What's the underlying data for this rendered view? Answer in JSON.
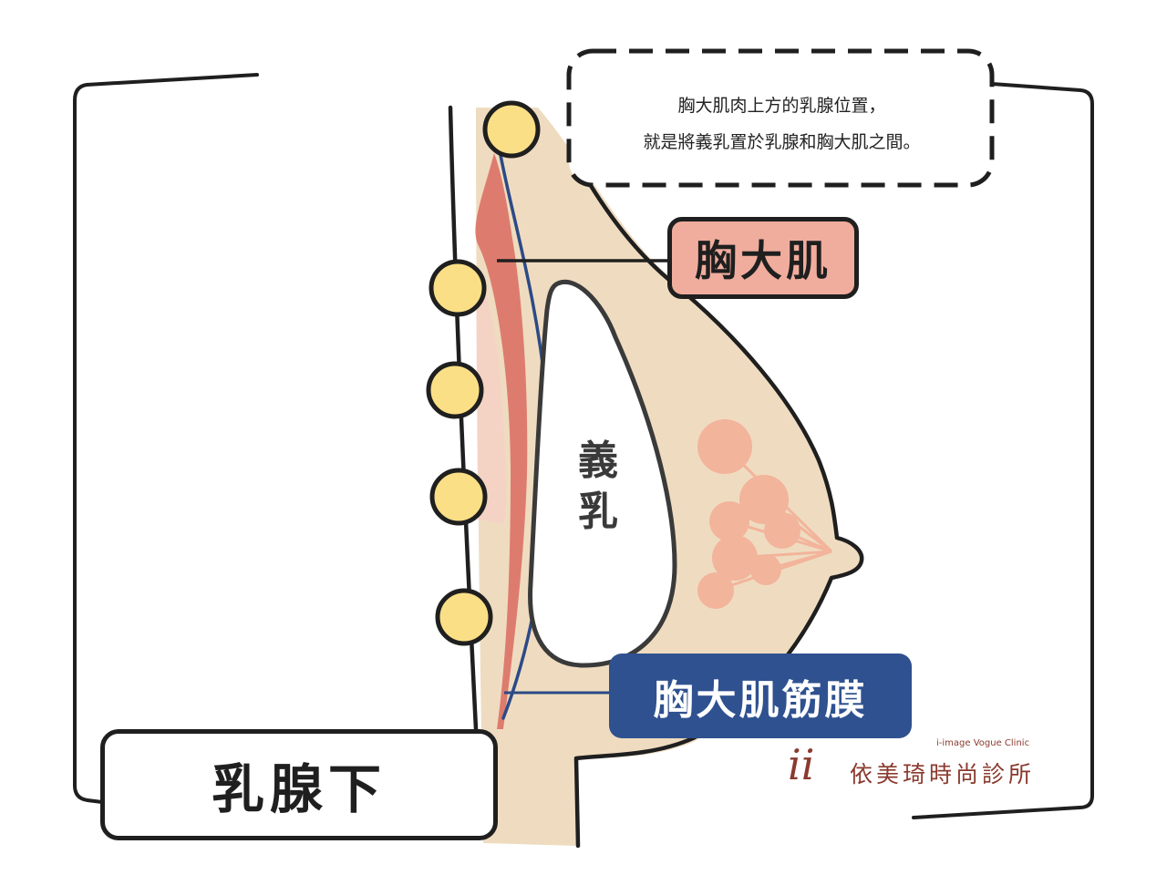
{
  "callout": {
    "line1": "胸大肌肉上方的乳腺位置，",
    "line2": "就是將義乳置於乳腺和胸大肌之間。"
  },
  "labels": {
    "pectoral_muscle": "胸大肌",
    "pectoral_fascia": "胸大肌筋膜",
    "subglandular": "乳腺下",
    "implant_char1": "義",
    "implant_char2": "乳"
  },
  "logo": {
    "mark": "ii",
    "subtitle": "i-image  Vogue  Clinic",
    "name": "依美琦時尚診所"
  },
  "colors": {
    "tissue": "#efdcc0",
    "muscle": "#dd7c6e",
    "fascia": "#2c4a86",
    "rib": "#fbdf86",
    "gland": "#f2b49b",
    "muscle_label_bg": "#f0ad9e",
    "fascia_label_bg": "#2f5190"
  },
  "icons": {
    "ribs": "rib-cross-section-icon",
    "gland": "mammary-gland-icon"
  }
}
